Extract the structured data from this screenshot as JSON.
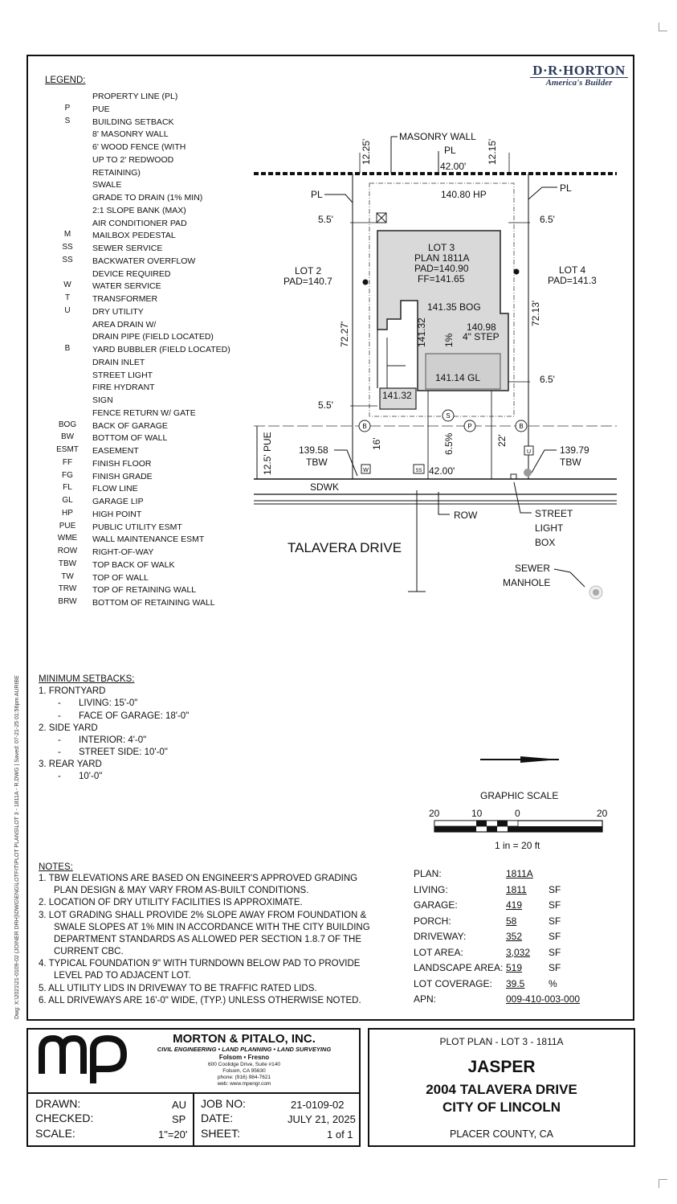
{
  "brand": {
    "name": "D·R·HORTON",
    "tagline": "America's Builder"
  },
  "legend": {
    "title": "LEGEND:",
    "items": [
      {
        "sym": "",
        "label": "PROPERTY LINE (PL)"
      },
      {
        "sym": "P",
        "label": "PUE"
      },
      {
        "sym": "S",
        "label": "BUILDING SETBACK"
      },
      {
        "sym": "",
        "label": "8' MASONRY WALL"
      },
      {
        "sym": "",
        "label": "6' WOOD FENCE (WITH"
      },
      {
        "sym": "",
        "label": "UP TO 2' REDWOOD"
      },
      {
        "sym": "",
        "label": "RETAINING)"
      },
      {
        "sym": "",
        "label": "SWALE"
      },
      {
        "sym": "",
        "label": "GRADE TO DRAIN (1% MIN)"
      },
      {
        "sym": "",
        "label": "2:1 SLOPE BANK (MAX)"
      },
      {
        "sym": "",
        "label": "AIR CONDITIONER PAD"
      },
      {
        "sym": "M",
        "label": "MAILBOX PEDESTAL"
      },
      {
        "sym": "SS",
        "label": "SEWER SERVICE"
      },
      {
        "sym": "SS",
        "label": "BACKWATER OVERFLOW"
      },
      {
        "sym": "",
        "label": "DEVICE REQUIRED"
      },
      {
        "sym": "W",
        "label": "WATER SERVICE"
      },
      {
        "sym": "T",
        "label": "TRANSFORMER"
      },
      {
        "sym": "U",
        "label": "DRY UTILITY"
      },
      {
        "sym": "",
        "label": "AREA DRAIN W/"
      },
      {
        "sym": "",
        "label": "DRAIN PIPE (FIELD LOCATED)"
      },
      {
        "sym": "B",
        "label": "YARD BUBBLER (FIELD LOCATED)"
      },
      {
        "sym": "",
        "label": "DRAIN INLET"
      },
      {
        "sym": "",
        "label": "STREET LIGHT"
      },
      {
        "sym": "",
        "label": "FIRE HYDRANT"
      },
      {
        "sym": "",
        "label": "SIGN"
      },
      {
        "sym": "",
        "label": "FENCE RETURN W/ GATE"
      },
      {
        "sym": "BOG",
        "label": "BACK OF GARAGE"
      },
      {
        "sym": "BW",
        "label": "BOTTOM OF WALL"
      },
      {
        "sym": "ESMT",
        "label": "EASEMENT"
      },
      {
        "sym": "FF",
        "label": "FINISH FLOOR"
      },
      {
        "sym": "FG",
        "label": "FINISH GRADE"
      },
      {
        "sym": "FL",
        "label": "FLOW LINE"
      },
      {
        "sym": "GL",
        "label": "GARAGE LIP"
      },
      {
        "sym": "HP",
        "label": "HIGH POINT"
      },
      {
        "sym": "PUE",
        "label": "PUBLIC UTILITY ESMT"
      },
      {
        "sym": "WME",
        "label": "WALL MAINTENANCE ESMT"
      },
      {
        "sym": "ROW",
        "label": "RIGHT-OF-WAY"
      },
      {
        "sym": "TBW",
        "label": "TOP BACK OF WALK"
      },
      {
        "sym": "TW",
        "label": "TOP OF WALL"
      },
      {
        "sym": "TRW",
        "label": "TOP OF RETAINING WALL"
      },
      {
        "sym": "BRW",
        "label": "BOTTOM OF RETAINING WALL"
      }
    ]
  },
  "plan": {
    "masonry_wall": "MASONRY WALL",
    "pl": "PL",
    "rear_width": "42.00'",
    "rear_hp": "140.80 HP",
    "left_setback_dim": "12.25'",
    "right_setback_dim": "12.15'",
    "left_side": "5.5'",
    "right_side": "6.5'",
    "lot2": "LOT 2",
    "lot2_pad": "PAD=140.7",
    "lot4": "LOT 4",
    "lot4_pad": "PAD=141.3",
    "lot3": "LOT 3",
    "plan_no": "PLAN 1811A",
    "pad": "PAD=140.90",
    "ff": "FF=141.65",
    "bog": "141.35 BOG",
    "depth_left": "72.27'",
    "depth_right": "72.13'",
    "garage_depth": "141.32",
    "slope_1": "1%",
    "step_elev": "140.98",
    "step": "4\" STEP",
    "gl": "141.14 GL",
    "porch": "141.32",
    "right_side_2": "6.5'",
    "left_side_2": "5.5'",
    "pue": "12.5' PUE",
    "tbw_left": "139.58",
    "tbw_right": "139.79",
    "tbw": "TBW",
    "front_16": "16'",
    "front_slope": "6.5%",
    "front_22": "22'",
    "front_width": "42.00'",
    "sdwk": "SDWK",
    "row": "ROW",
    "street_light_1": "STREET",
    "street_light_2": "LIGHT",
    "street_light_3": "BOX",
    "street": "TALAVERA DRIVE",
    "sewer_1": "SEWER",
    "sewer_2": "MANHOLE"
  },
  "setbacks": {
    "title": "MINIMUM SETBACKS:",
    "lines": [
      "1.  FRONTYARD",
      "LIVING: 15'-0\"",
      "FACE OF GARAGE: 18'-0\"",
      "2.  SIDE YARD",
      "INTERIOR: 4'-0\"",
      "STREET SIDE: 10'-0\"",
      "3.  REAR YARD",
      "10'-0\""
    ]
  },
  "scale": {
    "title": "GRAPHIC SCALE",
    "ticks": [
      "20",
      "10",
      "0",
      "20"
    ],
    "ratio": "1 in =  20 ft"
  },
  "notes": {
    "title": "NOTES:",
    "lines": [
      "1.   TBW ELEVATIONS ARE BASED ON ENGINEER'S APPROVED GRADING",
      "PLAN DESIGN & MAY VARY FROM AS-BUILT CONDITIONS.",
      "2.   LOCATION OF DRY UTILITY FACILITIES IS APPROXIMATE.",
      "3.   LOT GRADING SHALL PROVIDE 2% SLOPE AWAY FROM FOUNDATION &",
      "SWALE SLOPES AT 1% MIN IN ACCORDANCE WITH THE CITY BUILDING",
      "DEPARTMENT STANDARDS AS ALLOWED PER SECTION 1.8.7 OF THE",
      "CURRENT CBC.",
      "4.   TYPICAL FOUNDATION 9\" WITH TURNDOWN BELOW PAD TO PROVIDE",
      "LEVEL PAD TO ADJACENT LOT.",
      "5.   ALL UTILITY LIDS IN DRIVEWAY TO BE TRAFFIC RATED LIDS.",
      "6.   ALL DRIVEWAYS ARE 16'-0\" WIDE, (TYP.) UNLESS OTHERWISE NOTED."
    ]
  },
  "stats": [
    {
      "label": "PLAN:",
      "value": "1811A",
      "unit": ""
    },
    {
      "label": "LIVING:",
      "value": "1811",
      "unit": "SF"
    },
    {
      "label": "GARAGE:",
      "value": "419",
      "unit": "SF"
    },
    {
      "label": "PORCH:",
      "value": "58",
      "unit": "SF"
    },
    {
      "label": "DRIVEWAY:",
      "value": "352",
      "unit": "SF"
    },
    {
      "label": "LOT AREA:",
      "value": "3,032",
      "unit": "SF"
    },
    {
      "label": "LANDSCAPE AREA:",
      "value": "519",
      "unit": "SF"
    },
    {
      "label": "LOT COVERAGE:",
      "value": "39.5",
      "unit": "%"
    },
    {
      "label": "APN:",
      "value": "009-410-003-000",
      "unit": ""
    }
  ],
  "side_note": "Dwg: X:\\2021\\21-0109-02 (JOINER DRH)\\DWG\\ENG\\LOTFIT\\PLOT PLANS\\LOT 3 - 1811A - R.DWG  |  Saved: 07-21-25 01:56pm  AURIBE",
  "firm": {
    "logo": "mp",
    "name": "MORTON & PITALO, INC.",
    "services": "CIVIL ENGINEERING • LAND PLANNING • LAND SURVEYING",
    "offices": "Folsom  •  Fresno",
    "address1": "600 Coolidge Drive, Suite #140",
    "address2": "Folsom, CA 95630",
    "phone": "phone: (916) 984-7621",
    "web": "web: www.mpengr.com"
  },
  "titleblock": {
    "drawn_label": "DRAWN:",
    "drawn": "AU",
    "checked_label": "CHECKED:",
    "checked": "SP",
    "scale_label": "SCALE:",
    "scale": "1\"=20'",
    "job_label": "JOB NO:",
    "job": "21-0109-02",
    "date_label": "DATE:",
    "date": "JULY 21, 2025",
    "sheet_label": "SHEET:",
    "sheet": "1 of 1",
    "plot": "PLOT  PLAN - LOT 3 - 1811A",
    "model": "JASPER",
    "address": "2004 TALAVERA DRIVE",
    "city": "CITY OF LINCOLN",
    "county": "PLACER COUNTY, CA"
  }
}
